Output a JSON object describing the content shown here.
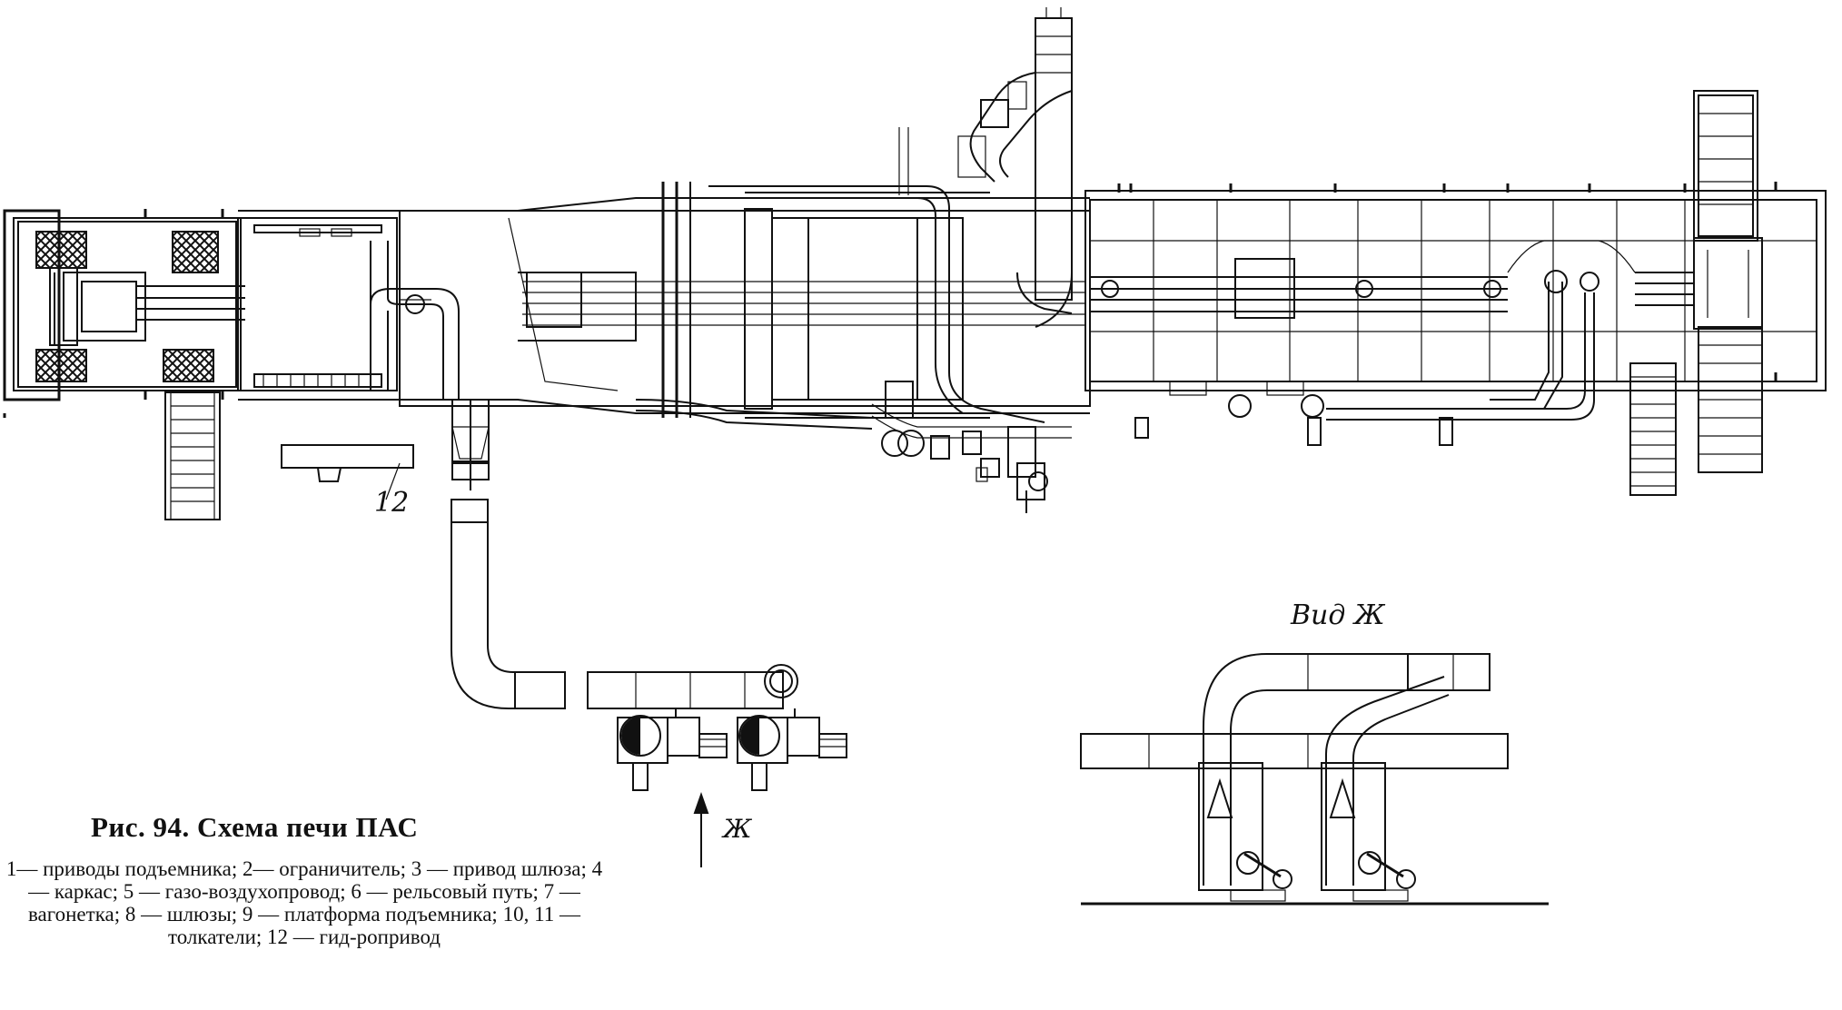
{
  "figure": {
    "title": "Рис. 94. Схема печи ПАС",
    "legend_text": "1— приводы подъемника; 2— ограничитель; 3 — привод шлюза; 4 — каркас; 5 — газо-воздухопровод; 6 — рельсовый путь; 7 — вагонетка; 8 — шлюзы; 9 — платформа подъемника; 10, 11 — толкатели; 12 — гид-ропривод"
  },
  "callouts": {
    "hydraulic_drive": "12"
  },
  "view": {
    "label": "Вид Ж",
    "arrow_letter": "Ж"
  },
  "colors": {
    "ink": "#111111",
    "paper": "#ffffff"
  }
}
